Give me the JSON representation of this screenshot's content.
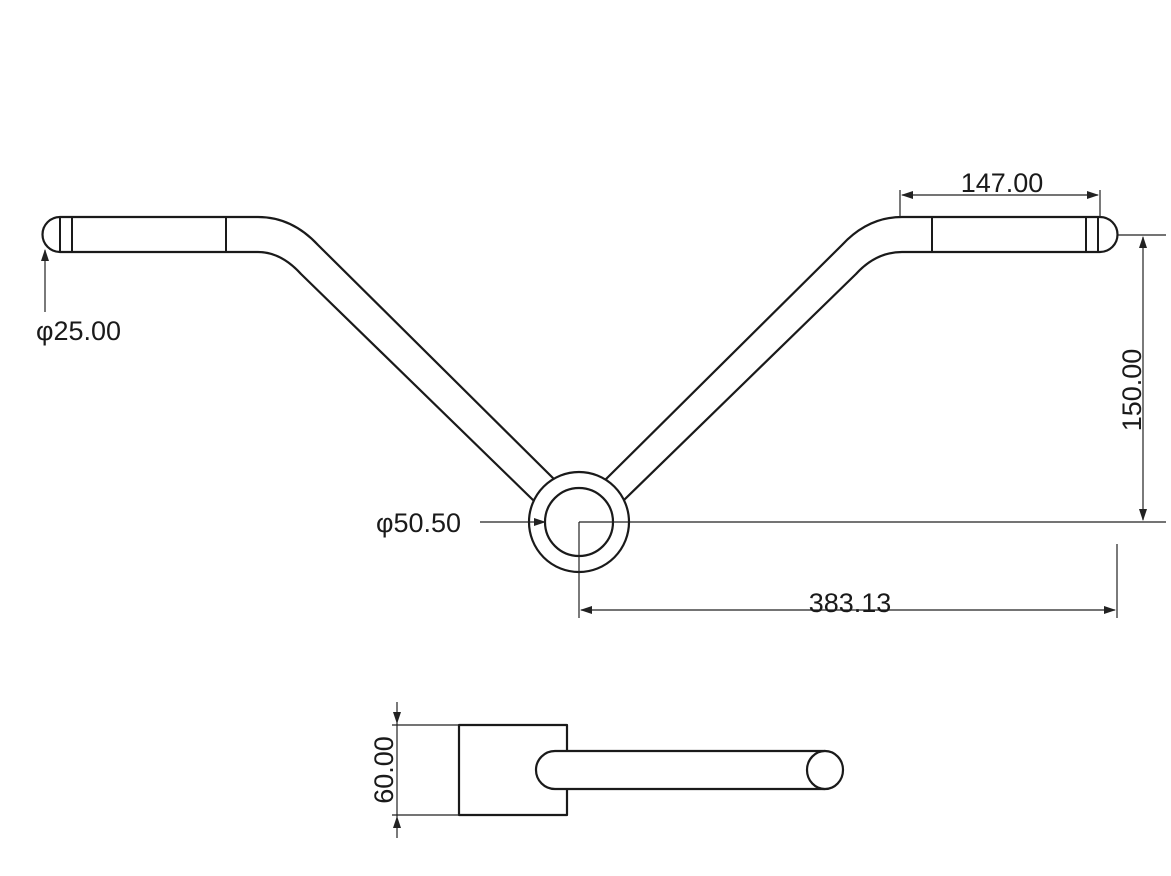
{
  "dimensions": {
    "top_straight_length": "147.00",
    "rod_diameter": "φ25.00",
    "bolt_hole_diameter": "φ50.50",
    "vertical_height": "150.00",
    "horizontal_reach": "383.13",
    "side_block_height": "60.00"
  }
}
